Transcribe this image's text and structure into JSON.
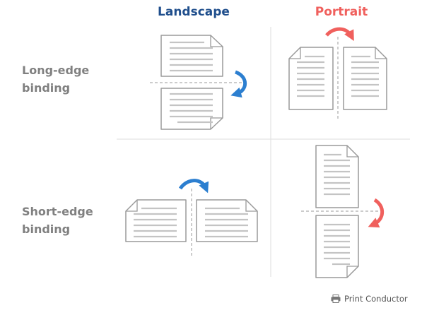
{
  "columns": {
    "landscape": {
      "label": "Landscape",
      "color": "#1f4e8c"
    },
    "portrait": {
      "label": "Portrait",
      "color": "#f0605d"
    }
  },
  "rows": {
    "long_edge": {
      "line1": "Long-edge",
      "line2": "binding"
    },
    "short_edge": {
      "line1": "Short-edge",
      "line2": "binding"
    }
  },
  "brand": {
    "label": "Print Conductor",
    "icon": "printer-icon"
  },
  "colors": {
    "page_stroke": "#9a9a9a",
    "page_lines": "#c4c4c4",
    "arrow_blue": "#2c7fd0",
    "arrow_red": "#f0605d",
    "divider": "#e3e3e3",
    "dashed": "#9a9a9a"
  }
}
